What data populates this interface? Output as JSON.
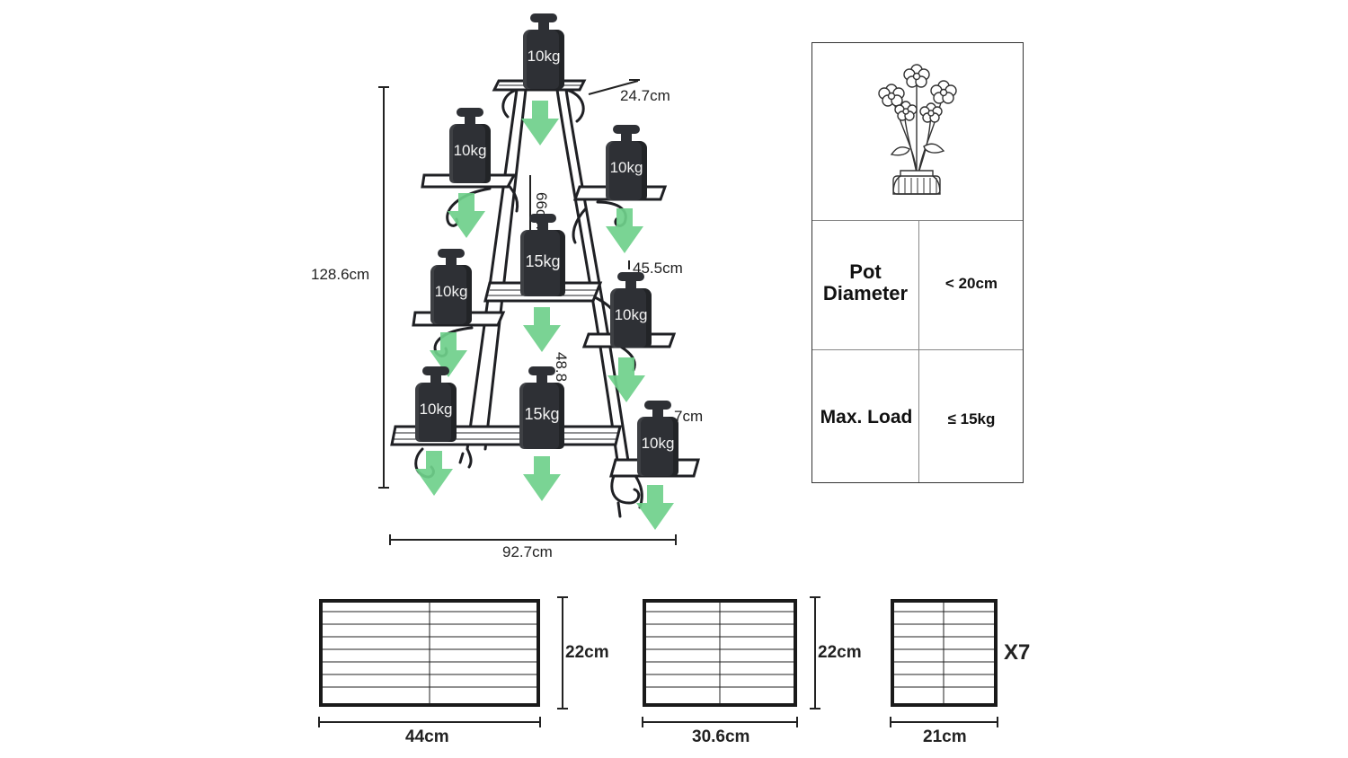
{
  "dimensions": {
    "height": "128.6cm",
    "width": "92.7cm",
    "top_depth": "24.7cm",
    "upper_gap": "66cm",
    "middle_gap": "45.5cm",
    "lower_gap": "48.8",
    "side_gap": "7cm"
  },
  "weights": [
    {
      "id": "top",
      "label": "10kg"
    },
    {
      "id": "left-upper",
      "label": "10kg"
    },
    {
      "id": "right-upper",
      "label": "10kg"
    },
    {
      "id": "center-middle",
      "label": "15kg"
    },
    {
      "id": "left-middle",
      "label": "10kg"
    },
    {
      "id": "right-middle",
      "label": "10kg"
    },
    {
      "id": "left-lower",
      "label": "10kg"
    },
    {
      "id": "center-lower",
      "label": "15kg"
    },
    {
      "id": "right-lower",
      "label": "10kg"
    }
  ],
  "spec_table": {
    "pot_diameter_label": "Pot Diameter",
    "pot_diameter_value": "< 20cm",
    "max_load_label": "Max. Load",
    "max_load_value": "≤ 15kg"
  },
  "shelves": [
    {
      "id": "large",
      "width": "44cm",
      "depth": "22cm"
    },
    {
      "id": "medium",
      "width": "30.6cm",
      "depth": "22cm"
    },
    {
      "id": "small",
      "width": "21cm",
      "quantity": "X7"
    }
  ],
  "colors": {
    "frame": "#1f2024",
    "weight": "#2e3035",
    "arrow": "#6fd08b"
  }
}
